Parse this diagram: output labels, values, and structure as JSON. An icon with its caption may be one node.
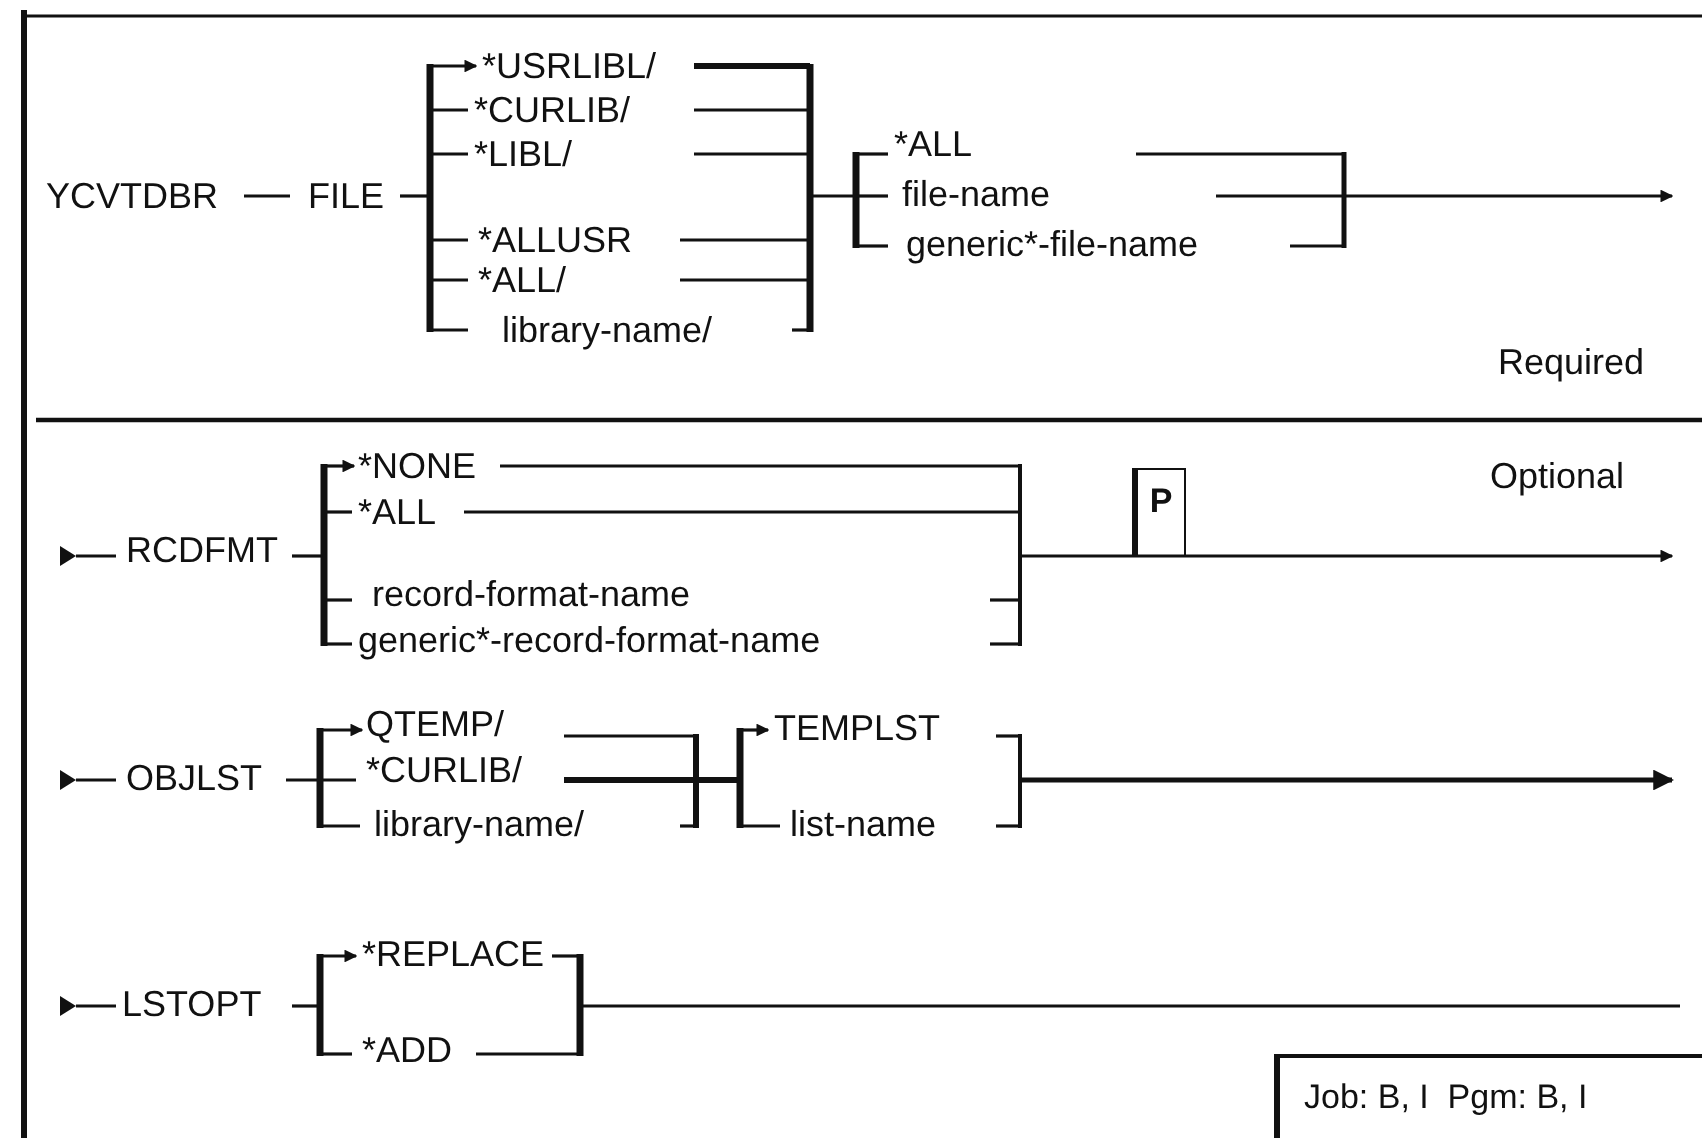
{
  "diagram": {
    "nodes": [
      {
        "text": [
          "P"
        ]
      },
      {
        "text": [
          "Job: B, I  Pgm: B, I"
        ]
      }
    ],
    "labels": [
      "YCVTDBR",
      "FILE",
      "*USRLIBL/",
      "*CURLIB/",
      "*LIBL/",
      "*ALLUSR",
      "*ALL/",
      "library-name/",
      "*ALL",
      "file-name",
      "generic*-file-name",
      "Required",
      "RCDFMT",
      "*NONE",
      "*ALL",
      "record-format-name",
      "generic*-record-format-name",
      "Optional",
      "OBJLST",
      "QTEMP/",
      "*CURLIB/",
      "library-name/",
      "TEMPLST",
      "list-name",
      "LSTOPT",
      "*REPLACE",
      "*ADD"
    ]
  }
}
